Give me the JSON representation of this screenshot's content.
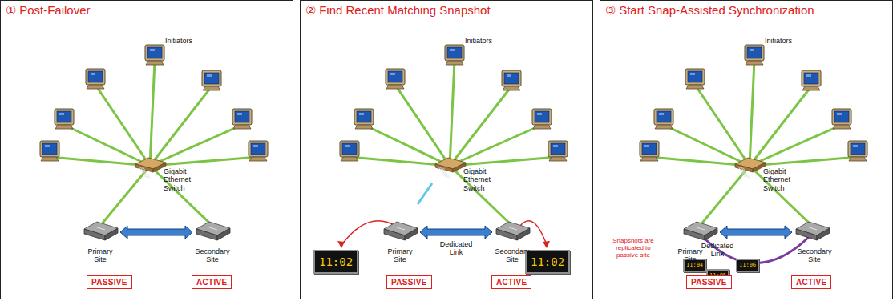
{
  "diagram": {
    "nodes": [
      {
        "text": [
          "① Post-Failover"
        ]
      },
      {
        "text": [
          "PASSIVE"
        ],
        "in": 0
      },
      {
        "text": [
          "ACTIVE"
        ],
        "in": 0
      },
      {
        "text": [
          "② Find Recent Matching Snapshot"
        ]
      },
      {
        "text": [
          "11:02"
        ],
        "in": 3
      },
      {
        "text": [
          "11:02"
        ],
        "in": 3
      },
      {
        "text": [
          "PASSIVE"
        ],
        "in": 3
      },
      {
        "text": [
          "ACTIVE"
        ],
        "in": 3
      },
      {
        "text": [
          "③ Start Snap-Assisted Synchronization"
        ]
      },
      {
        "text": [
          "11:04"
        ],
        "in": 8
      },
      {
        "text": [
          "11:05"
        ],
        "in": 8
      },
      {
        "text": [
          "11:06"
        ],
        "in": 8
      },
      {
        "text": [
          "PASSIVE"
        ],
        "in": 8
      },
      {
        "text": [
          "ACTIVE"
        ],
        "in": 8
      }
    ],
    "labels": [
      "Initiators",
      "Gigabit Ethernet Switch",
      "Primary Site",
      "Secondary Site",
      "Initiators",
      "Gigabit Ethernet Switch",
      "Primary Site",
      "Dedicated Link",
      "Secondary Site",
      "Initiators",
      "Gigabit Ethernet Switch",
      "Snapshots are replicated to passive site",
      "Primary Site",
      "Dedicated Link",
      "Secondary Site"
    ]
  }
}
